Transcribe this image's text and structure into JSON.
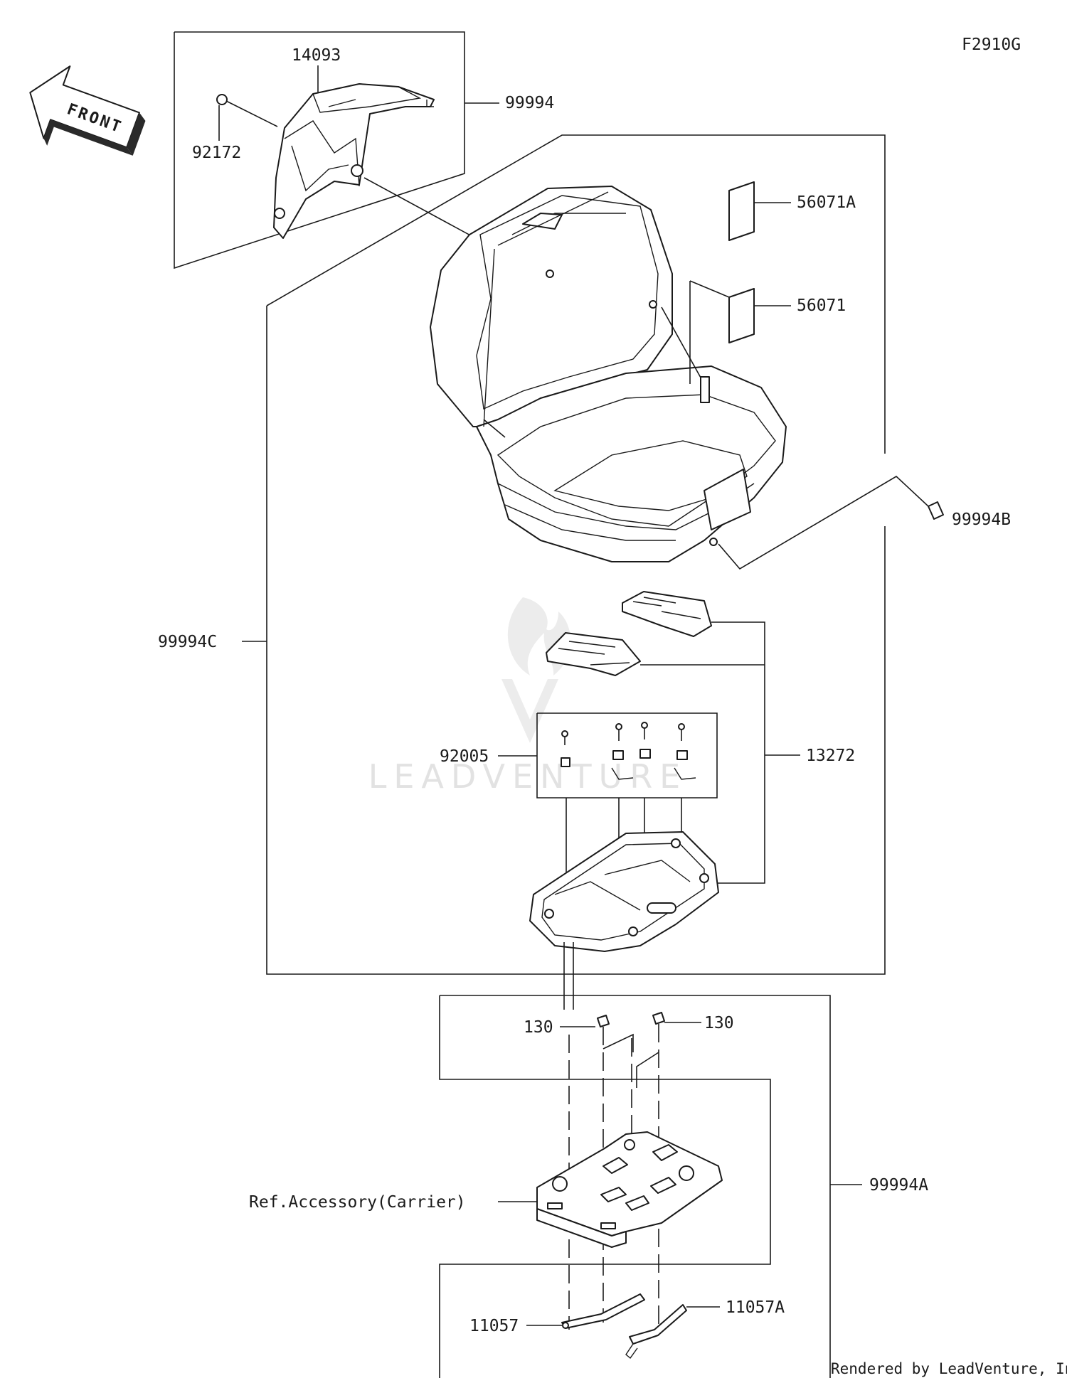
{
  "figure_code": "F2910G",
  "watermark": "LEADVENTURE",
  "footer": "Rendered by LeadVenture, Inc.",
  "front_arrow": "FRONT",
  "callouts": {
    "p14093": "14093",
    "p99994": "99994",
    "p92172": "92172",
    "p56071A": "56071A",
    "p56071": "56071",
    "p99994B": "99994B",
    "p99994C": "99994C",
    "p92005": "92005",
    "p13272": "13272",
    "p130_left": "130",
    "p130_right": "130",
    "p_ref_carrier": "Ref.Accessory(Carrier)",
    "p99994A": "99994A",
    "p11057": "11057",
    "p11057A": "11057A"
  },
  "icons": [
    "front-arrow-icon",
    "top-case-icon",
    "backrest-pad-icon",
    "base-plate-icon",
    "carrier-plate-icon",
    "stay-bracket-icon",
    "bolt-icon",
    "nut-icon",
    "decal-icon"
  ],
  "colors": {
    "ink": "#1a1a1a",
    "background": "#ffffff",
    "watermark": "#e2e2e2"
  }
}
